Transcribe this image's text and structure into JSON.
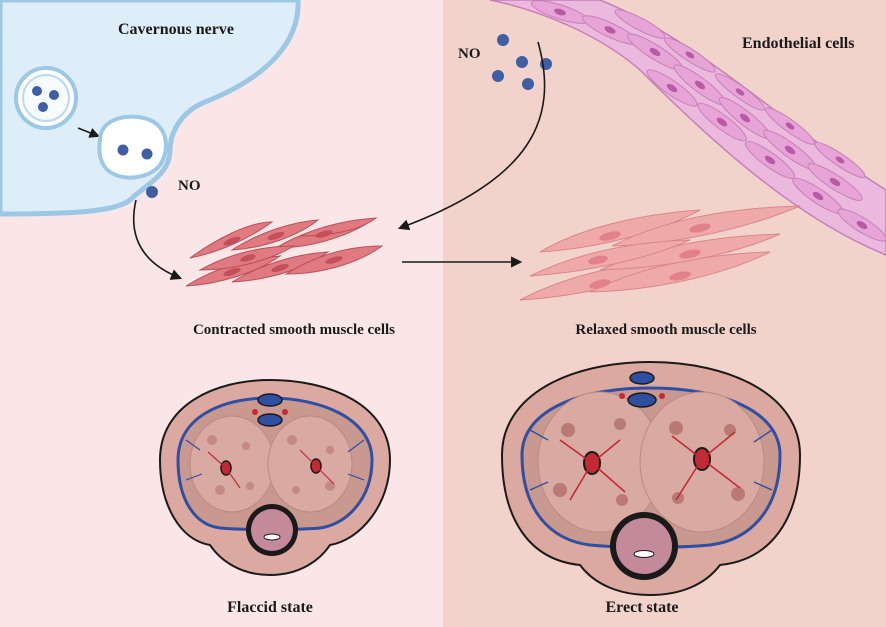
{
  "labels": {
    "cavernous_nerve": "Cavernous nerve",
    "endothelial_cells": "Endothelial cells",
    "no_left": "NO",
    "no_right": "NO",
    "contracted": "Contracted smooth muscle cells",
    "relaxed": "Relaxed smooth muscle cells",
    "flaccid": "Flaccid state",
    "erect": "Erect state"
  },
  "colors": {
    "left_panel_bg": "#fae6e6",
    "right_panel_bg": "#f2d3cb",
    "nerve_fill": "#deeef8",
    "nerve_stroke": "#9cc8e6",
    "no_molecule": "#3f5ea3",
    "contracted_cell": "#e07a80",
    "contracted_nucleus": "#c24f5a",
    "relaxed_cell": "#f0a9a9",
    "relaxed_nucleus": "#e28189",
    "endothelial_cell": "#e6a5d6",
    "endothelial_nucleus": "#b85aa6",
    "tunica": "#d69b8f",
    "tissue": "#d8aaa2",
    "vein": "#2e4fa2",
    "artery": "#c42a33",
    "arrow": "#1a1a1a"
  }
}
